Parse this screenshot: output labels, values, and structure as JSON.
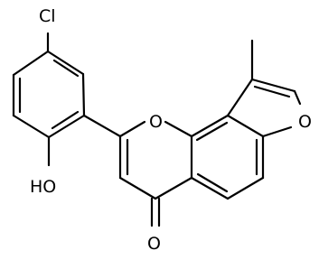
{
  "molecule": {
    "atoms": {
      "chlorine": "Cl",
      "hydroxyl": "HO",
      "ring_oxygen_pyran": "O",
      "ring_oxygen_furan": "O",
      "carbonyl_oxygen": "O"
    }
  },
  "colors": {
    "bond": "#000000",
    "label": "#000000",
    "background": "#ffffff"
  }
}
